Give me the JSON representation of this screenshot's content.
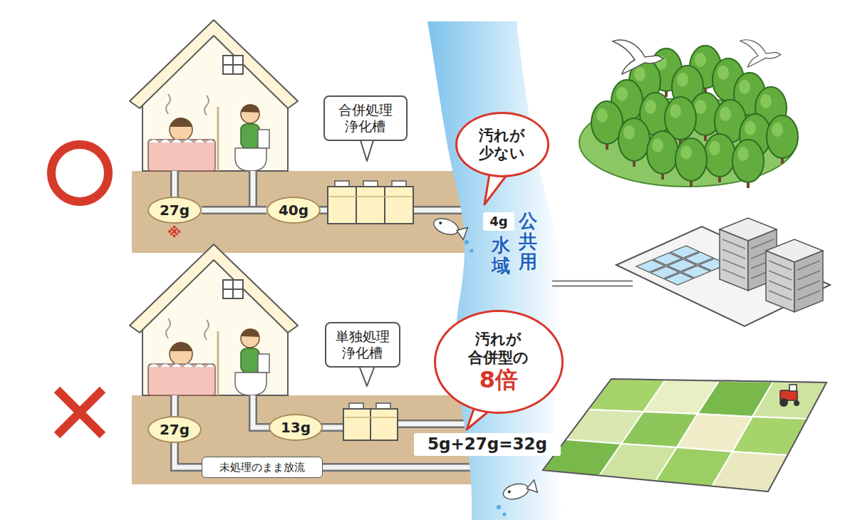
{
  "diagram": {
    "nodes": [
      {
        "text": [
          "合併処理 浄化槽"
        ]
      },
      {
        "text": [
          "汚れが 少ない"
        ]
      },
      {
        "text": [
          "27g"
        ]
      },
      {
        "text": [
          "40g"
        ]
      },
      {
        "text": [
          "4g"
        ]
      },
      {
        "text": [
          "単独処理 浄化槽"
        ]
      },
      {
        "text": [
          "汚れが 合併型の",
          "8倍"
        ]
      },
      {
        "text": [
          "27g"
        ]
      },
      {
        "text": [
          "13g"
        ]
      },
      {
        "text": [
          "未処理のまま放流"
        ]
      },
      {
        "text": [
          "5g+27g=32g"
        ]
      }
    ],
    "edges": [
      {
        "from": 2,
        "to": 3,
        "arrow": "none"
      },
      {
        "from": 7,
        "to": 9,
        "arrow": "none"
      }
    ],
    "labels": [
      "※",
      "公共用",
      "水域"
    ]
  }
}
